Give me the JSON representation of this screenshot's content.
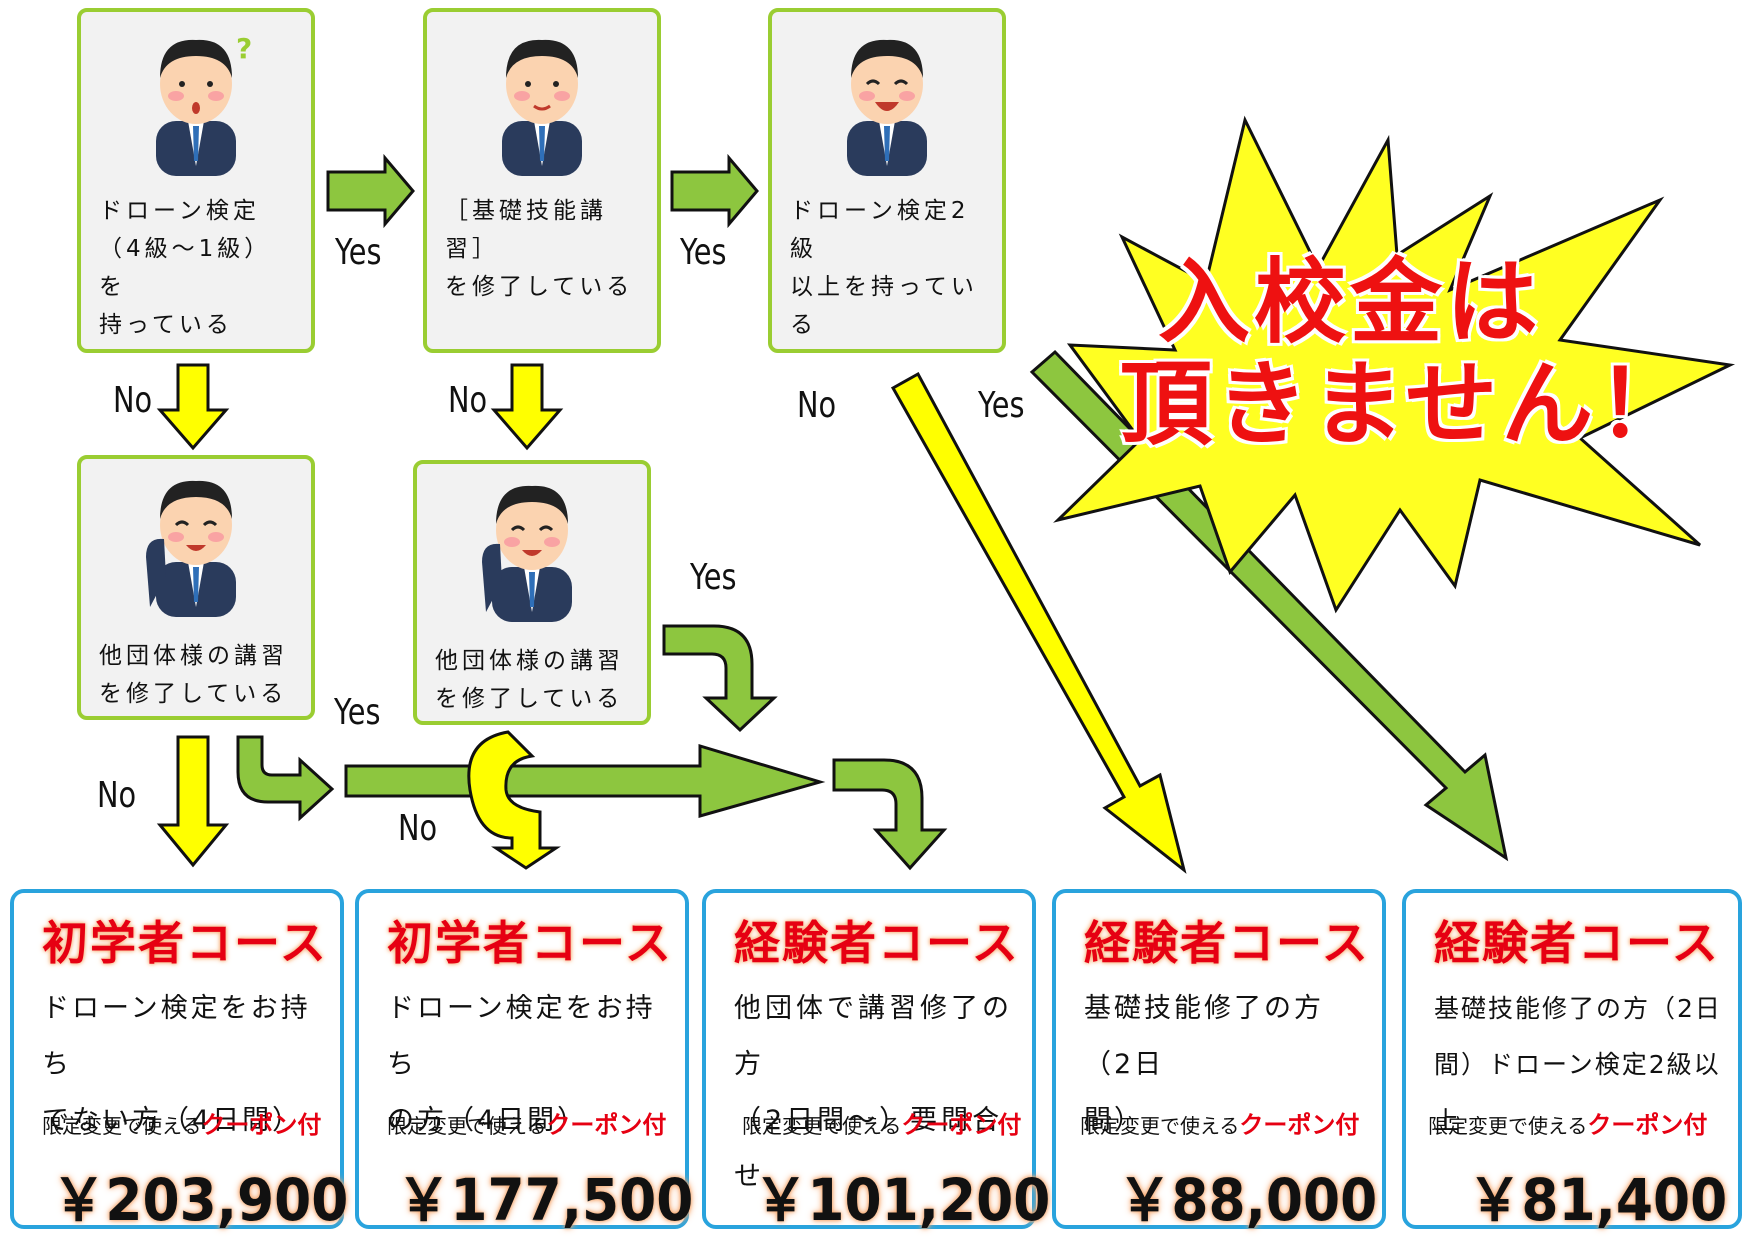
{
  "questions": [
    {
      "id": "q1",
      "text": "ドローン検定\n（4級～1級）を\n持っている"
    },
    {
      "id": "q2",
      "text": "［基礎技能講習］\nを修了している"
    },
    {
      "id": "q3",
      "text": "ドローン検定2級\n以上を持ってい\nる"
    },
    {
      "id": "q4",
      "text": "他団体様の講習\nを修了している"
    },
    {
      "id": "q5",
      "text": "他団体様の講習\nを修了している"
    }
  ],
  "labels": {
    "yes": "Yes",
    "no": "No"
  },
  "burst": {
    "line1": "入校金は",
    "line2": "頂きません！"
  },
  "courses": [
    {
      "title": "初学者コース",
      "desc": "ドローン検定をお持ち\nでない方（4日間）",
      "coupon_prefix": "限定変更で使える",
      "coupon_highlight": "クーポン付",
      "price": "￥203,900"
    },
    {
      "title": "初学者コース",
      "desc": "ドローン検定をお持ち\nの方（4日間）",
      "coupon_prefix": "限定変更で使える",
      "coupon_highlight": "クーポン付",
      "price": "￥177,500"
    },
    {
      "title": "経験者コース",
      "desc": "他団体で講習修了の方\n（2日間～）要問合せ",
      "coupon_prefix": "限定変更で使える",
      "coupon_highlight": "クーポン付",
      "price": "￥101,200"
    },
    {
      "title": "経験者コース",
      "desc": "基礎技能修了の方（2日\n間）",
      "coupon_prefix": "限定変更で使える",
      "coupon_highlight": "クーポン付",
      "price": "￥88,000"
    },
    {
      "title": "経験者コース",
      "desc": "基礎技能修了の方（2日\n間）ドローン検定2級以上",
      "coupon_prefix": "限定変更で使える",
      "coupon_highlight": "クーポン付",
      "price": "￥81,400"
    }
  ],
  "colors": {
    "green_arrow": "#8dc63f",
    "yellow_arrow": "#ffff00",
    "box_border": "#9acd32",
    "course_border": "#29a3dd",
    "accent_red": "#e60012",
    "burst_fill": "#ffff22"
  }
}
